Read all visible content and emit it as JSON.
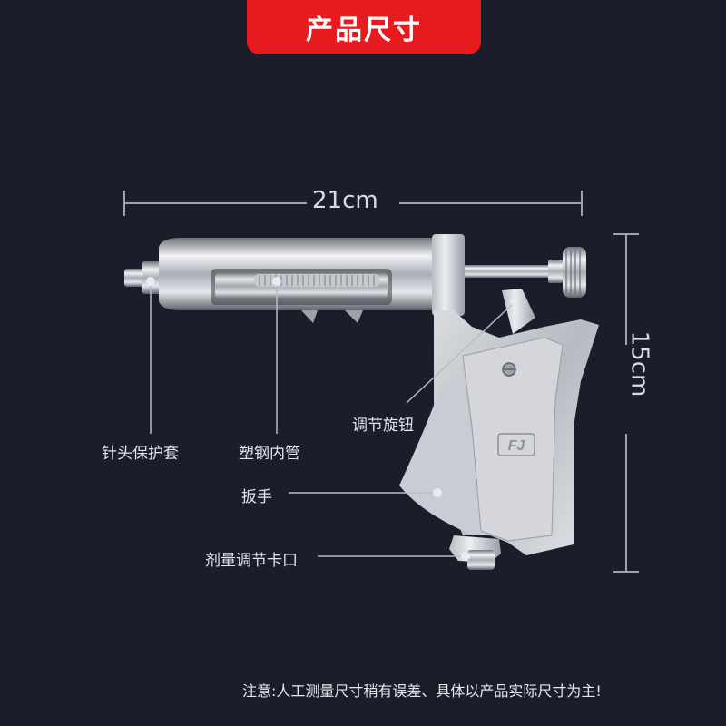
{
  "banner": {
    "title": "产品尺寸"
  },
  "dimensions": {
    "width": "21cm",
    "height": "15cm"
  },
  "callouts": [
    {
      "label": "针头保护套"
    },
    {
      "label": "塑钢内管"
    },
    {
      "label": "调节旋钮"
    },
    {
      "label": "扳手"
    },
    {
      "label": "剂量调节卡口"
    }
  ],
  "product": {
    "logo": "FJ"
  },
  "footer": {
    "note": "注意:人工测量尺寸稍有误差、具体以产品实际尺寸为主!"
  },
  "colors": {
    "background": "#1c1d2b",
    "banner": "#e61a1f",
    "dimension_line": "#9aa3b8"
  }
}
